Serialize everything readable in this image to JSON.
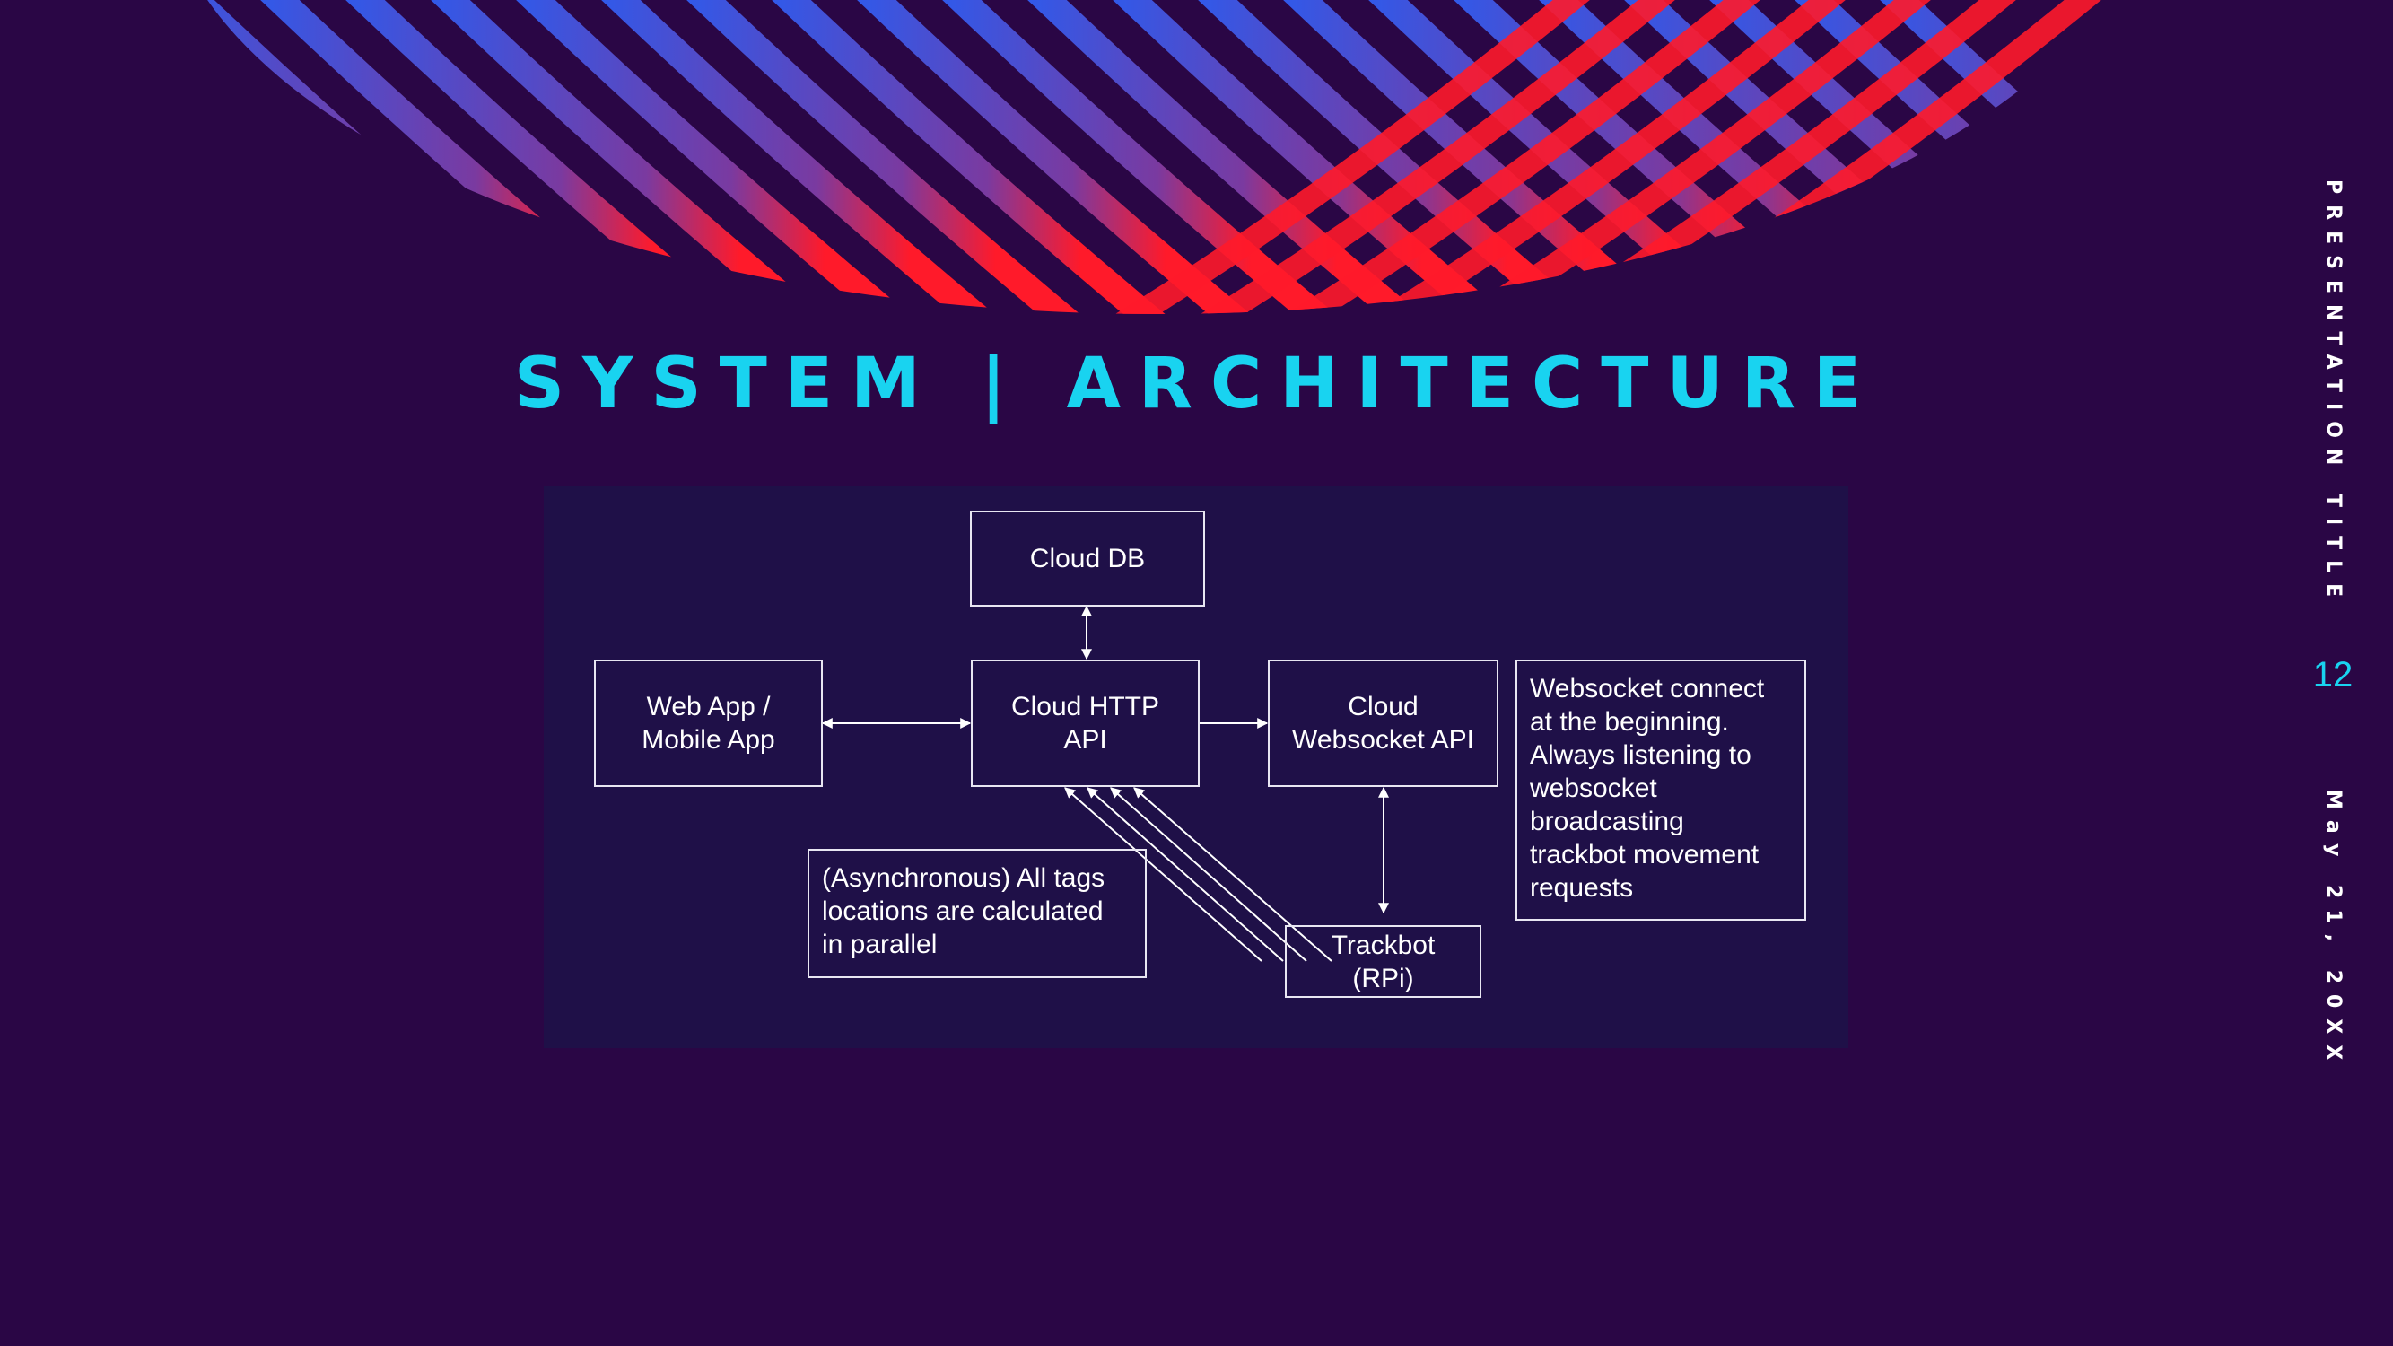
{
  "slide": {
    "title": "SYSTEM | ARCHITECTURE",
    "side_title": "PRESENTATION TITLE",
    "page_number": "12",
    "date": "May 21, 20XX"
  },
  "diagram": {
    "nodes": {
      "cloud_db": "Cloud DB",
      "web_app": "Web App /\nMobile App",
      "cloud_http_api": "Cloud HTTP\nAPI",
      "cloud_websocket_api": "Cloud\nWebsocket API",
      "websocket_note": "Websocket connect\nat the beginning.\nAlways listening to\nwebsocket\nbroadcasting\ntrackbot movement\nrequests",
      "async_note": "(Asynchronous) All tags\nlocations are calculated\nin parallel",
      "trackbot": "Trackbot\n(RPi)"
    },
    "edges": [
      {
        "from": "cloud_db",
        "to": "cloud_http_api",
        "direction": "both"
      },
      {
        "from": "web_app",
        "to": "cloud_http_api",
        "direction": "both"
      },
      {
        "from": "cloud_http_api",
        "to": "cloud_websocket_api",
        "direction": "forward"
      },
      {
        "from": "cloud_websocket_api",
        "to": "trackbot",
        "direction": "both"
      },
      {
        "from": "trackbot",
        "to": "cloud_http_api",
        "direction": "forward",
        "count": 4
      }
    ]
  },
  "colors": {
    "background": "#2a0645",
    "panel": "#1f1048",
    "title": "#19d3f0",
    "stripe_start": "#2a5cf0",
    "stripe_end": "#ff1a2a"
  }
}
